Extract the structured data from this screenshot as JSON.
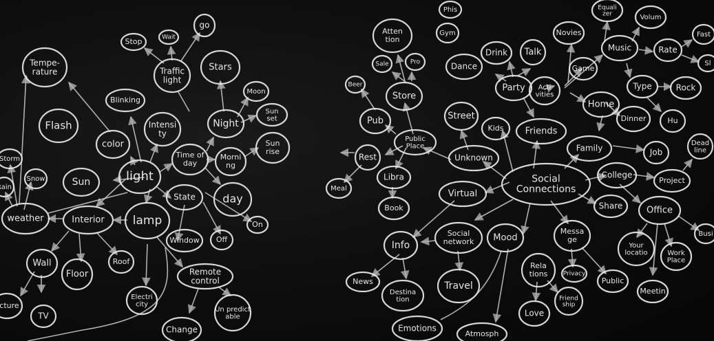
{
  "board": {
    "nodes": {
      "temperature": "Tempe- rature",
      "flash": "Flash",
      "stop": "Stop",
      "wait": "Wait",
      "go": "go",
      "traffic_light": "Traffic light",
      "stars": "Stars",
      "blinking": "Blinking",
      "intensity": "Intensi ty",
      "night": "Night",
      "moon": "Moon",
      "sun_set": "Sun set",
      "color": "color",
      "storm": "Storm",
      "rain": "Rain",
      "snow": "Snow",
      "sun": "Sun",
      "light": "light",
      "time_of_day": "Time of day",
      "morning": "Morni ng",
      "sun_rise": "Sun rise",
      "state": "State",
      "day": "day",
      "weather": "weather",
      "interior": "Interior",
      "lamp": "lamp",
      "on": "On",
      "off": "Off",
      "window": "Window",
      "wall": "Wall",
      "floor": "Floor",
      "roof": "Roof",
      "remote_control": "Remote control",
      "structure": "ucture",
      "tv": "TV",
      "electricity": "Electri city",
      "change": "Change",
      "unpredictable": "Un predict able",
      "attention": "Atten tion",
      "phis": "Phis",
      "gym": "Gym",
      "novies": "Novies",
      "equalizer": "Equali zer",
      "volume": "Volum",
      "sale": "Sale",
      "pro": "Pro",
      "beer": "Beer",
      "store": "Store",
      "dance": "Dance",
      "drink": "Drink",
      "talk": "Talk",
      "music": "Music",
      "rate": "Rate",
      "fast": "Fast",
      "slow": "Sl",
      "party": "Party",
      "game": "Game",
      "activities": "Acti vities",
      "type": "Type",
      "rock": "Rock",
      "pub": "Pub",
      "street": "Street",
      "home": "Home",
      "hip_hop": "Hu",
      "public_place": "Public Place",
      "kids": "Kids",
      "friends": "Friends",
      "dinner": "Dinner",
      "rest": "Rest",
      "unknown": "Unknown",
      "family": "Family",
      "job": "Job",
      "deadline": "Dead line",
      "library": "Libra",
      "social_connections": "Social Connections",
      "college": "College",
      "project": "Project",
      "meal": "Meal",
      "virtual": "Virtual",
      "share": "Share",
      "office": "Office",
      "book": "Book",
      "message": "Messa ge",
      "social_network": "Social network",
      "mood": "Mood",
      "business": "Busi",
      "info": "Info",
      "your_location": "Your locatio",
      "work_place": "Work Place",
      "privacy": "Privacy",
      "relations": "Rela tions",
      "public": "Public",
      "news": "News",
      "destination": "Destina tion",
      "travel": "Travel",
      "meeting": "Meetin",
      "love": "Love",
      "friendship": "Friend ship",
      "emotions": "Emotions",
      "atmosphere": "Atmosph"
    }
  }
}
